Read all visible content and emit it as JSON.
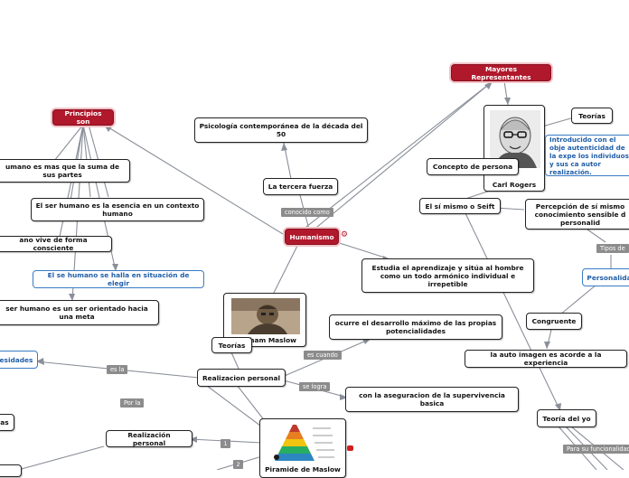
{
  "root": "Humanismo",
  "nodes": {
    "principios": "Principios son",
    "p1": "umano es mas que la suma de sus partes",
    "p2": "El ser humano es la esencia en un contexto humano",
    "p3": "ano vive de forma consciente",
    "p4": "El se humano se halla en situación de elegir",
    "p5": "ser humano es un ser orientado hacia una meta",
    "psicologia": "Psicología contemporánea de la década del 50",
    "tercera": "La tercera fuerza",
    "mayores": "Mayores Representantes",
    "teorias_r": "Teorías",
    "carl": "Carl Rogers",
    "blue_intro": "Introducido con el obje autenticidad de la expe los individuos y sus ca autor realización.",
    "concepto": "Concepto  de persona",
    "simismo": "El sí mismo o Seift",
    "percepcion": "Percepción de sí mismo conocimiento sensible d personalid",
    "personalidad": "Personalida",
    "congruente": "Congruente",
    "autoimagen": "la auto imagen es acorde a la experiencia",
    "teoriayo": "Teoría del yo",
    "estudia": "Estudia el aprendizaje y sitúa al hombre como un todo armónico individual e irrepetible",
    "maslow": "ham Maslow",
    "teorias_m": "Teorías",
    "realizacion": "Realizacion personal",
    "ocurre": "ocurre el desarrollo máximo de las propias potencialidades",
    "aseguracion": "con la aseguracion de la supervivencia basica",
    "necesidades": "esidades",
    "as": "as",
    "realizacion2": "Realización personal",
    "piramide": "Piramide de Maslow"
  },
  "labels": {
    "conocido": "conocido como",
    "escuando": "es cuando",
    "selogra": "se logra",
    "esla": "es la",
    "porla": "Por la",
    "tipos": "Tipos de",
    "parasu": "Para su funcionalidad"
  },
  "badges": {
    "n1": "1",
    "n2": "2"
  },
  "colors": {
    "accent": "#b0182b",
    "blue": "#3a7cc4",
    "edge": "#8a8f99"
  }
}
